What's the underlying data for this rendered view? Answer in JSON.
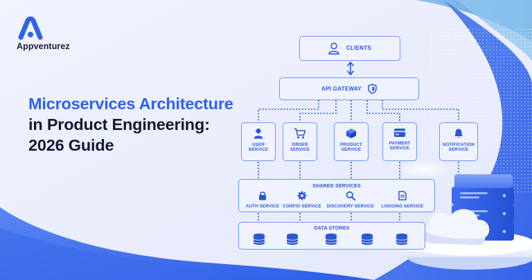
{
  "brand": {
    "name": "Appventurez"
  },
  "headline": {
    "line1": "Microservices Architecture",
    "line2": "in Product Engineering:",
    "line3": "2026 Guide"
  },
  "diagram": {
    "clients": {
      "label": "CLIENTS",
      "icon": "user-outline-icon"
    },
    "api_gateway": {
      "label": "API GATEWAY",
      "icon": "shield-icon"
    },
    "services": [
      {
        "line1": "USER",
        "line2": "SERVICE",
        "icon": "user-icon"
      },
      {
        "line1": "ORDER",
        "line2": "SERVICE",
        "icon": "cart-icon"
      },
      {
        "line1": "PRODUCT",
        "line2": "SERVICE",
        "icon": "box-icon"
      },
      {
        "line1": "PAYMENT",
        "line2": "SERVICE",
        "icon": "credit-card-icon"
      },
      {
        "line1": "NOTIFICATION",
        "line2": "SERVICE",
        "icon": "bell-icon"
      }
    ],
    "shared_services": {
      "title": "SHARED SERVICES",
      "items": [
        {
          "label": "AUTH SERVICE",
          "icon": "lock-icon"
        },
        {
          "label": "CONFIG SERVICE",
          "icon": "gear-icon"
        },
        {
          "label": "DISCOVERY SERVICE",
          "icon": "search-icon"
        },
        {
          "label": "LOGGING SERVICE",
          "icon": "document-icon"
        }
      ]
    },
    "data_stores": {
      "title": "DATA STORES",
      "icon": "database-icon"
    }
  },
  "colors": {
    "accent": "#2f62e8",
    "dark_text": "#141a35",
    "box_border": "#6f95f0",
    "label": "#2a55d6"
  }
}
